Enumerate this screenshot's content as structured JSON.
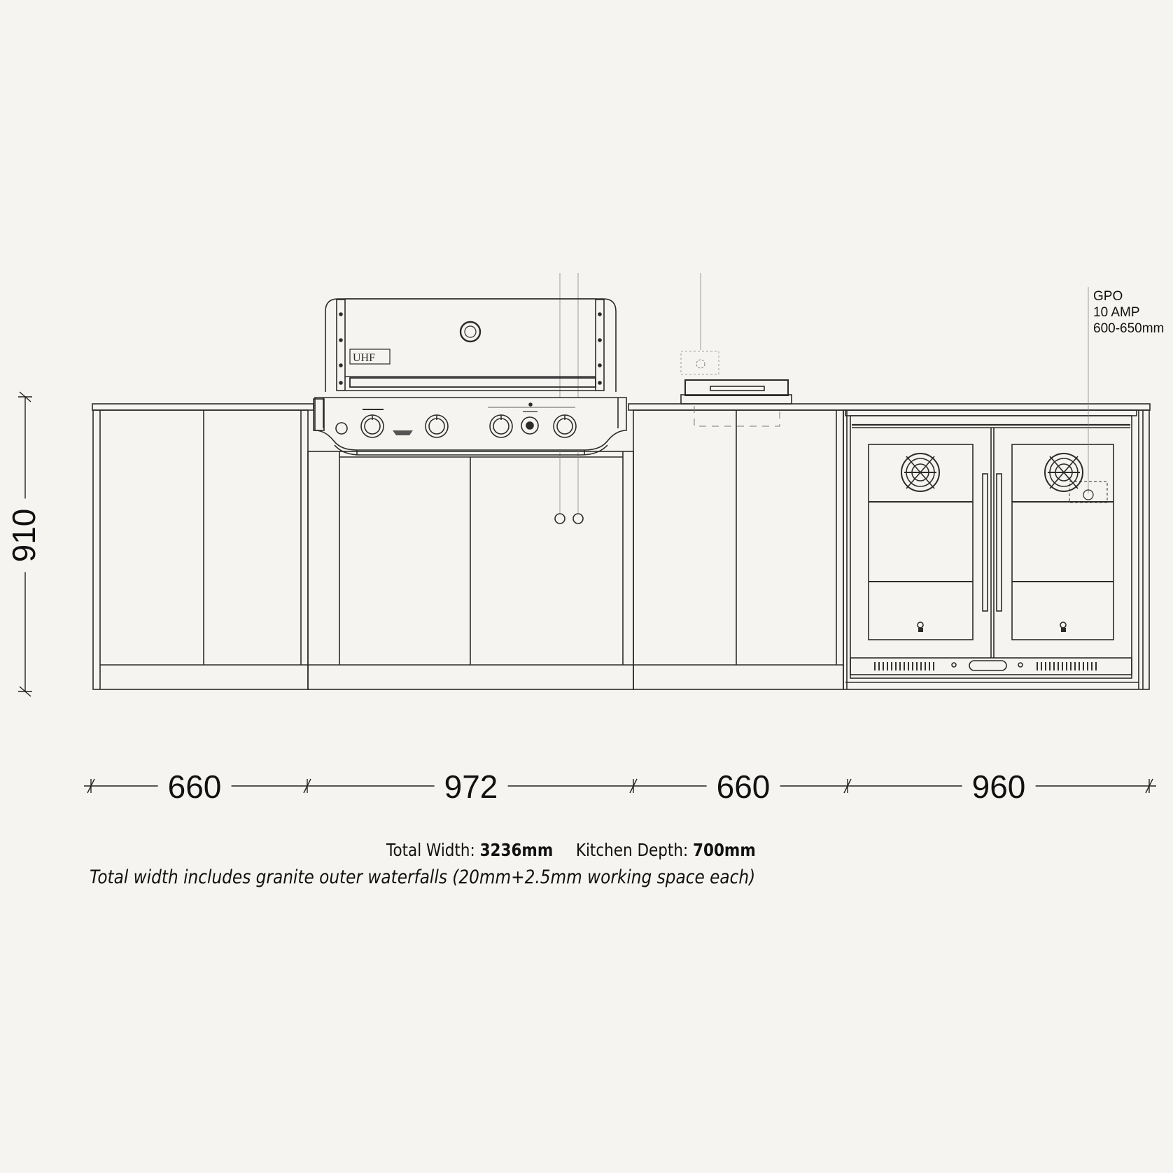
{
  "drawing": {
    "title": "Outdoor kitchen front elevation",
    "line_color": "#2b2b2b",
    "background": "#f5f4f0",
    "height_dimension": "910",
    "width_dimensions": [
      {
        "label": "660",
        "module": "Left cabinet"
      },
      {
        "label": "972",
        "module": "BBQ cabinet"
      },
      {
        "label": "660",
        "module": "Side burner cabinet"
      },
      {
        "label": "960",
        "module": "Fridge cabinet"
      }
    ],
    "bbq_badge": "UHF"
  },
  "gpo_note": {
    "line1": "GPO",
    "line2": "10 AMP",
    "line3": "600-650mm"
  },
  "summary": {
    "total_width_label": "Total Width:",
    "total_width_value": "3236mm",
    "depth_label": "Kitchen Depth:",
    "depth_value": "700mm",
    "note": "Total width includes granite outer waterfalls (20mm+2.5mm working space each)"
  }
}
